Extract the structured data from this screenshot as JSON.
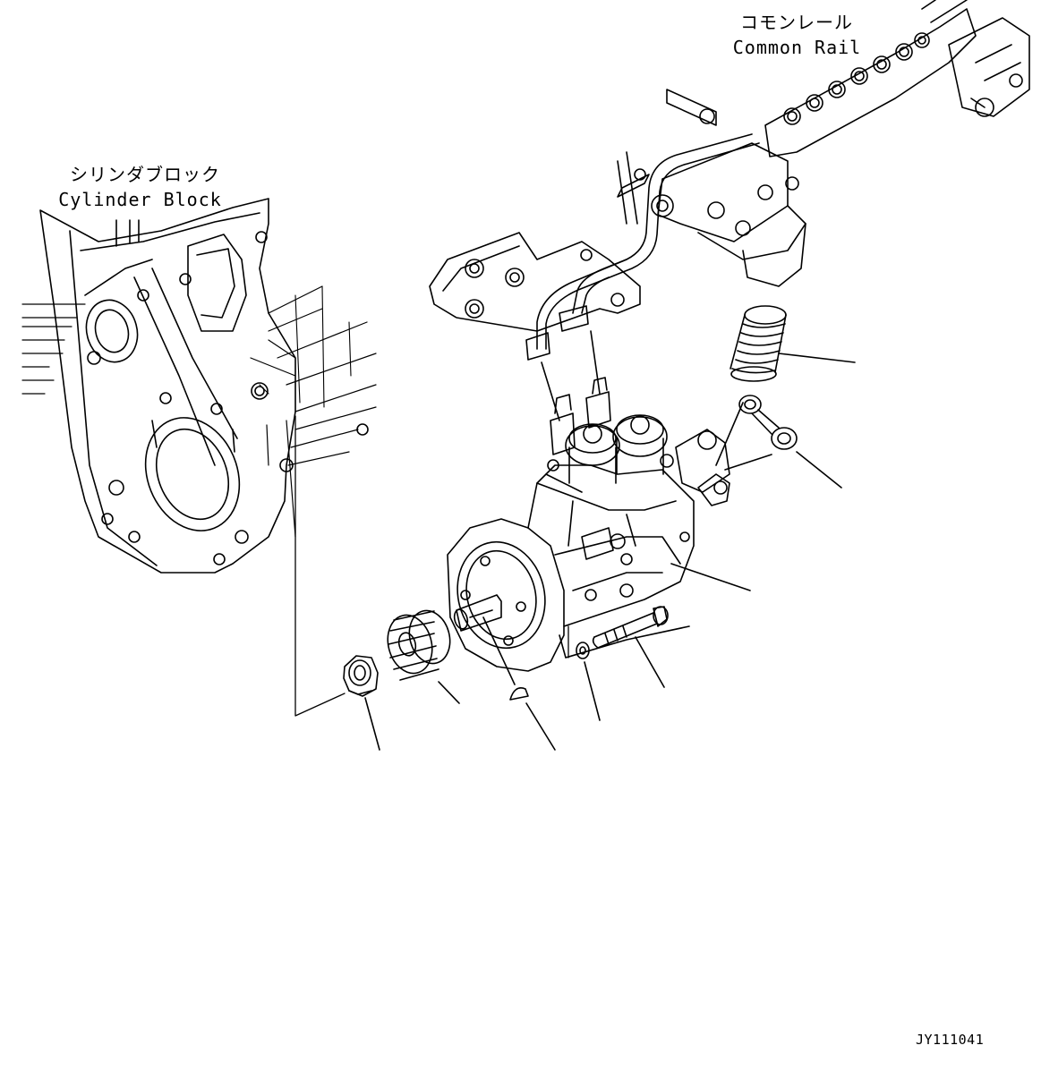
{
  "labels": {
    "common_rail_jp": "コモンレール",
    "common_rail_en": "Common Rail",
    "cylinder_block_jp": "シリンダブロック",
    "cylinder_block_en": "Cylinder Block"
  },
  "drawing_code": "JY111041",
  "line_color": "#000000"
}
